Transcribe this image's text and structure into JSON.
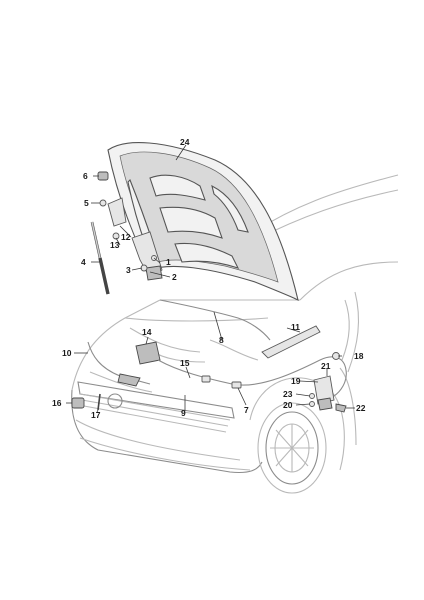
{
  "callouts": [
    {
      "id": "p1",
      "label": "1"
    },
    {
      "id": "p2",
      "label": "2"
    },
    {
      "id": "p3",
      "label": "3"
    },
    {
      "id": "p4",
      "label": "4"
    },
    {
      "id": "p5",
      "label": "5"
    },
    {
      "id": "p6",
      "label": "6"
    },
    {
      "id": "p7",
      "label": "7"
    },
    {
      "id": "p8",
      "label": "8"
    },
    {
      "id": "p9",
      "label": "9"
    },
    {
      "id": "p10",
      "label": "10"
    },
    {
      "id": "p11",
      "label": "11"
    },
    {
      "id": "p12",
      "label": "12"
    },
    {
      "id": "p13",
      "label": "13"
    },
    {
      "id": "p14",
      "label": "14"
    },
    {
      "id": "p15",
      "label": "15"
    },
    {
      "id": "p16",
      "label": "16"
    },
    {
      "id": "p17",
      "label": "17"
    },
    {
      "id": "p18",
      "label": "18"
    },
    {
      "id": "p19",
      "label": "19"
    },
    {
      "id": "p20",
      "label": "20"
    },
    {
      "id": "p21",
      "label": "21"
    },
    {
      "id": "p22",
      "label": "22"
    },
    {
      "id": "p23",
      "label": "23"
    },
    {
      "id": "p24",
      "label": "24"
    }
  ]
}
